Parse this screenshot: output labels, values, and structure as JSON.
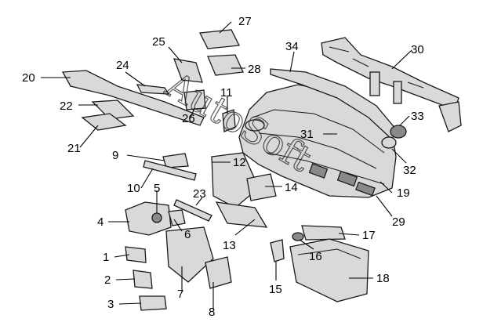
{
  "diagram": {
    "watermark": "AutoSoft",
    "callouts": [
      {
        "id": "1",
        "label": "1"
      },
      {
        "id": "2",
        "label": "2"
      },
      {
        "id": "3",
        "label": "3"
      },
      {
        "id": "4",
        "label": "4"
      },
      {
        "id": "5",
        "label": "5"
      },
      {
        "id": "6",
        "label": "6"
      },
      {
        "id": "7",
        "label": "7"
      },
      {
        "id": "8",
        "label": "8"
      },
      {
        "id": "9",
        "label": "9"
      },
      {
        "id": "10",
        "label": "10"
      },
      {
        "id": "11",
        "label": "11"
      },
      {
        "id": "12",
        "label": "12"
      },
      {
        "id": "13",
        "label": "13"
      },
      {
        "id": "14",
        "label": "14"
      },
      {
        "id": "15",
        "label": "15"
      },
      {
        "id": "16",
        "label": "16"
      },
      {
        "id": "17",
        "label": "17"
      },
      {
        "id": "18",
        "label": "18"
      },
      {
        "id": "19",
        "label": "19"
      },
      {
        "id": "20",
        "label": "20"
      },
      {
        "id": "21",
        "label": "21"
      },
      {
        "id": "22",
        "label": "22"
      },
      {
        "id": "23",
        "label": "23"
      },
      {
        "id": "24",
        "label": "24"
      },
      {
        "id": "25",
        "label": "25"
      },
      {
        "id": "26",
        "label": "26"
      },
      {
        "id": "27",
        "label": "27"
      },
      {
        "id": "28",
        "label": "28"
      },
      {
        "id": "29",
        "label": "29"
      },
      {
        "id": "30",
        "label": "30"
      },
      {
        "id": "31",
        "label": "31"
      },
      {
        "id": "32",
        "label": "32"
      },
      {
        "id": "33",
        "label": "33"
      },
      {
        "id": "34",
        "label": "34"
      }
    ]
  }
}
